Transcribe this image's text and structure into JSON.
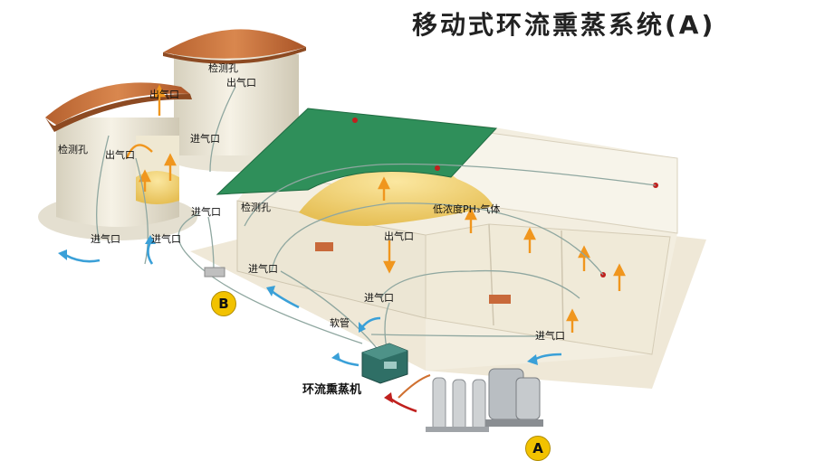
{
  "title": "移动式环流熏蒸系统(A)",
  "labels": {
    "inspection_hole_right_silo": "检测孔",
    "outlet_right_silo": "出气口",
    "outlet_left_silo_top": "出气口",
    "inspection_hole_left_silo": "检测孔",
    "outlet_left_silo_mid": "出气口",
    "inlet_right_silo": "进气口",
    "inlet_left_silo_right": "进气口",
    "inlet_left_silo_a": "进气口",
    "inlet_left_silo_b": "进气口",
    "inspection_hole_warehouse": "检测孔",
    "low_ph3_gas": "低浓度PH₃气体",
    "outlet_warehouse": "出气口",
    "inlet_warehouse_left": "进气口",
    "inlet_warehouse_mid": "进气口",
    "inlet_warehouse_right": "进气口",
    "hose": "软管",
    "fumigator": "环流熏蒸机"
  },
  "badges": {
    "a": "A",
    "b": "B"
  },
  "colors": {
    "airflow_orange": "#f0961e",
    "airflow_blue": "#3aa0d8",
    "airflow_red": "#c0201e",
    "roof_green": "#2f8f5a",
    "silo_roof": "#c8703a",
    "grain": "#f0d070",
    "badge_yellow": "#f2c200"
  }
}
